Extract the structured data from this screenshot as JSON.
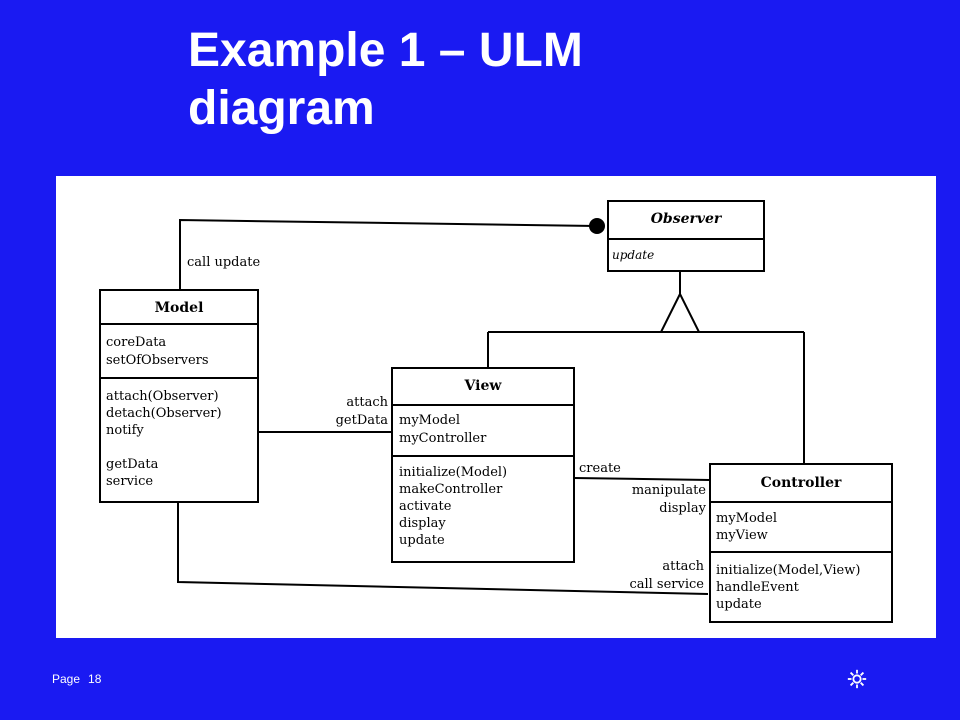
{
  "slide": {
    "title_line1": "Example 1 – ULM",
    "title_line2": "diagram",
    "page_label": "Page",
    "page_number": "18",
    "settings_icon": "gear-icon",
    "colors": {
      "background": "#1a1af2",
      "text": "#ffffff",
      "panel": "#ffffff"
    }
  },
  "diagram": {
    "classes": {
      "observer": {
        "name": "Observer",
        "attributes": [],
        "operations": [
          "update"
        ]
      },
      "model": {
        "name": "Model",
        "attributes": [
          "coreData",
          "setOfObservers"
        ],
        "operations": [
          "attach(Observer)",
          "detach(Observer)",
          "notify",
          "",
          "getData",
          "service"
        ]
      },
      "view": {
        "name": "View",
        "attributes": [
          "myModel",
          "myController"
        ],
        "operations": [
          "initialize(Model)",
          "makeController",
          "activate",
          "display",
          "update"
        ]
      },
      "controller": {
        "name": "Controller",
        "attributes": [
          "myModel",
          "myView"
        ],
        "operations": [
          "initialize(Model,View)",
          "handleEvent",
          "update"
        ]
      }
    },
    "labels": {
      "call_update": "call update",
      "attach": "attach",
      "get_data": "getData",
      "create": "create",
      "manipulate": "manipulate",
      "display": "display",
      "attach2": "attach",
      "call_service": "call service"
    }
  }
}
